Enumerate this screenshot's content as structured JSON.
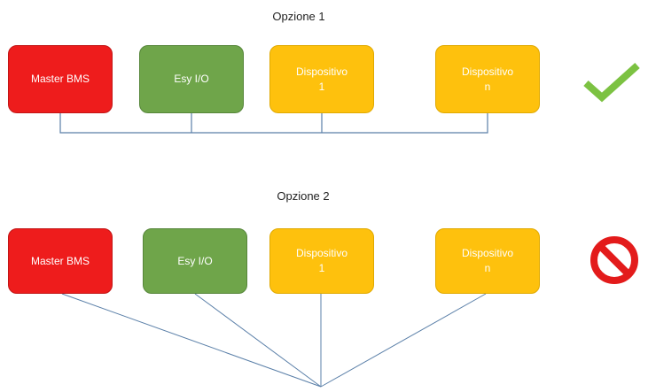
{
  "option1": {
    "title": "Opzione 1",
    "nodes": {
      "master": "Master BMS",
      "esy": "Esy I/O",
      "dev1_l1": "Dispositivo",
      "dev1_l2": "1",
      "devn_l1": "Dispositivo",
      "devn_l2": "n"
    },
    "topology": "bus",
    "status_icon": "checkmark-icon"
  },
  "option2": {
    "title": "Opzione 2",
    "nodes": {
      "master": "Master BMS",
      "esy": "Esy I/O",
      "dev1_l1": "Dispositivo",
      "dev1_l2": "1",
      "devn_l1": "Dispositivo",
      "devn_l2": "n"
    },
    "topology": "star",
    "status_icon": "prohibited-icon"
  },
  "colors": {
    "master": "#ee1c1c",
    "esy": "#6fa54a",
    "device": "#fec10d",
    "wire": "#5a7fa8",
    "ok": "#7cc242",
    "forbidden": "#e31b1b"
  }
}
